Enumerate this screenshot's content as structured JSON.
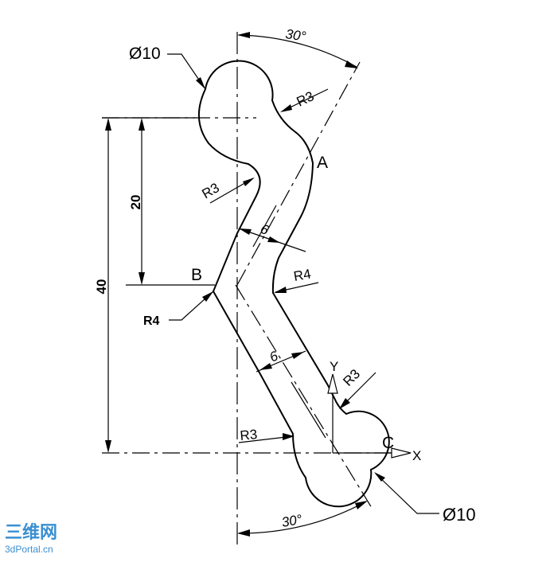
{
  "labels": {
    "dia_top": "Ø10",
    "dia_bottom": "Ø10",
    "angle_top": "30°",
    "angle_bottom": "30°",
    "r3_top_right": "R3",
    "r3_left_middle": "R3",
    "r3_bottom_left": "R3",
    "r3_bottom_right": "R3",
    "r4_right": "R4",
    "r4_left": "R4",
    "width_upper": "6",
    "width_lower": "6",
    "dim_40": "40",
    "dim_20": "20",
    "point_a": "A",
    "point_b": "B",
    "point_c": "C",
    "axis_x": "X",
    "axis_y": "Y"
  },
  "watermark": {
    "brand_cn": "三维网",
    "brand_url": "3dPortal.cn",
    "color": "#3a8fd0"
  }
}
